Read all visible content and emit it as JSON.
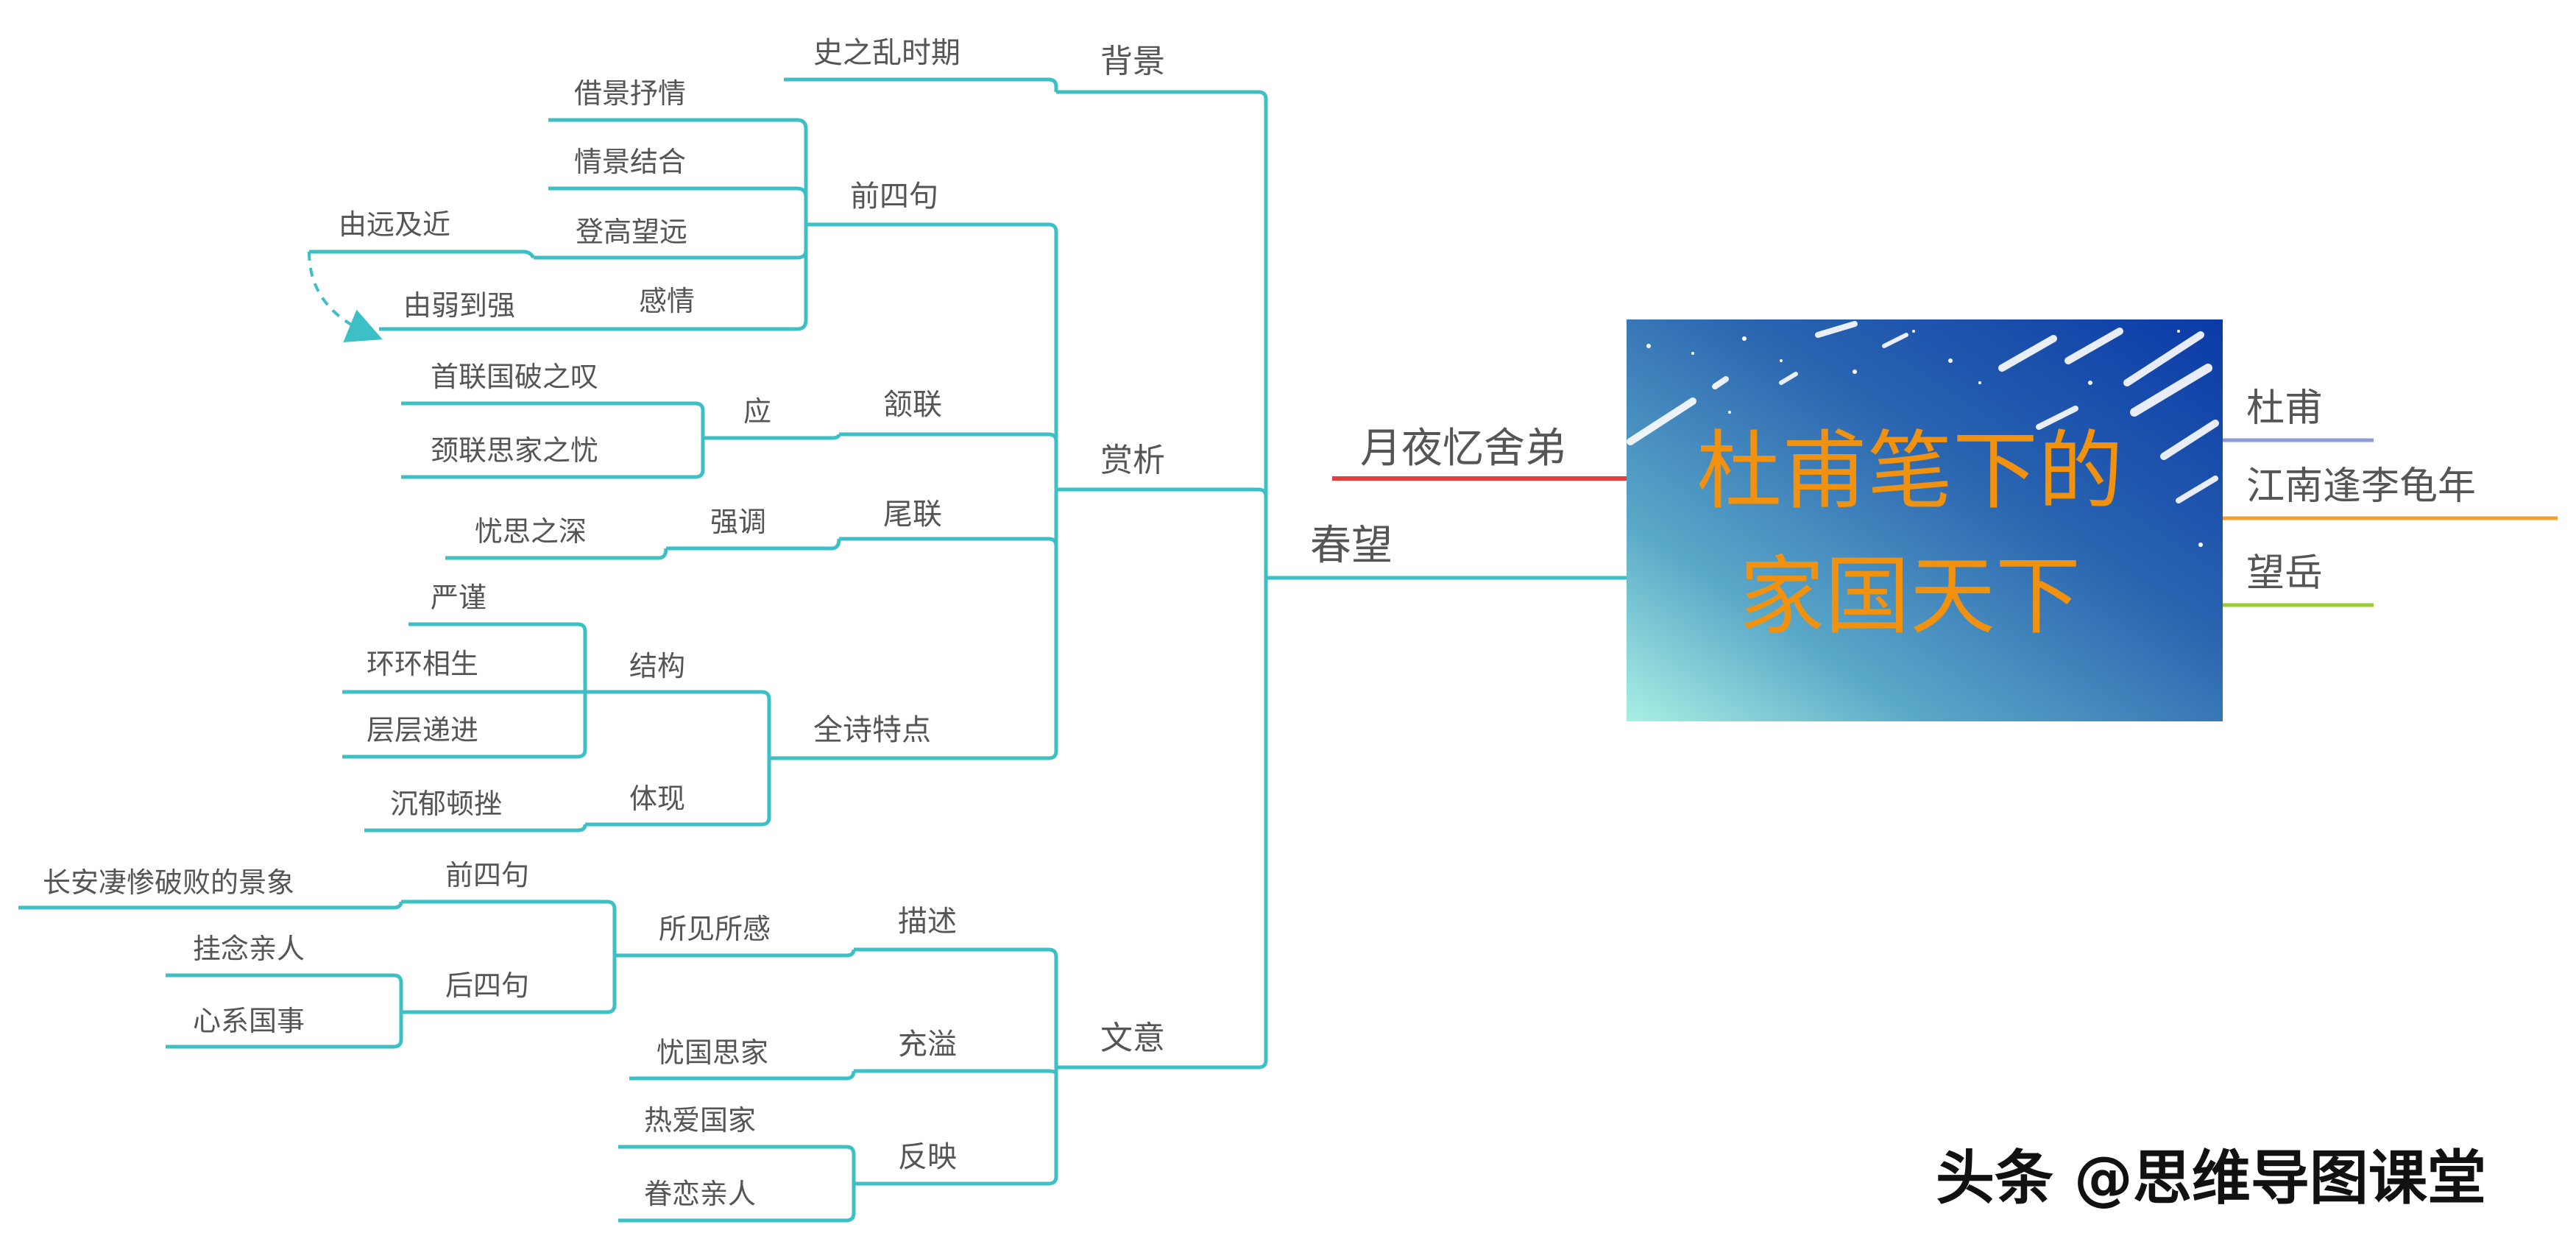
{
  "root": {
    "title_line1": "杜甫笔下的",
    "title_line2": "家国天下"
  },
  "right_topics": [
    {
      "label": "杜甫",
      "color": "#8b9bd6"
    },
    {
      "label": "江南逢李龟年",
      "color": "#f0a030"
    },
    {
      "label": "望岳",
      "color": "#9acd32"
    }
  ],
  "left_topics": [
    {
      "label": "月夜忆舍弟",
      "color": "#e04040"
    },
    {
      "label": "春望",
      "color": "#3cc0c5"
    }
  ],
  "chunwang": {
    "beijing": {
      "label": "背景",
      "child": "史之乱时期"
    },
    "shangxi": {
      "label": "赏析",
      "qiansiju": {
        "label": "前四句",
        "items": [
          "借景抒情",
          "情景结合",
          "登高望远",
          "感情"
        ],
        "dengao_child": "由远及近",
        "ganqing_child": "由弱到强"
      },
      "hanlian": {
        "label": "颔联",
        "mid": "应",
        "items": [
          "首联国破之叹",
          "颈联思家之忧"
        ]
      },
      "weilian": {
        "label": "尾联",
        "mid": "强调",
        "item": "忧思之深"
      },
      "quanshi": {
        "label": "全诗特点",
        "jiegou": {
          "label": "结构",
          "items": [
            "严谨",
            "环环相生",
            "层层递进"
          ]
        },
        "tixian": {
          "label": "体现",
          "item": "沉郁顿挫"
        }
      }
    },
    "wenyi": {
      "label": "文意",
      "miaoshu": {
        "label": "描述",
        "mid": "所见所感",
        "qian": {
          "label": "前四句",
          "item": "长安凄惨破败的景象"
        },
        "hou": {
          "label": "后四句",
          "items": [
            "挂念亲人",
            "心系国事"
          ]
        }
      },
      "chongyi": {
        "label": "充溢",
        "item": "忧国思家"
      },
      "fanying": {
        "label": "反映",
        "items": [
          "热爱国家",
          "眷恋亲人"
        ]
      }
    }
  },
  "watermark": "头条 @思维导图课堂",
  "colors": {
    "connector": "#3cc0c5",
    "title": "#f0920f"
  }
}
